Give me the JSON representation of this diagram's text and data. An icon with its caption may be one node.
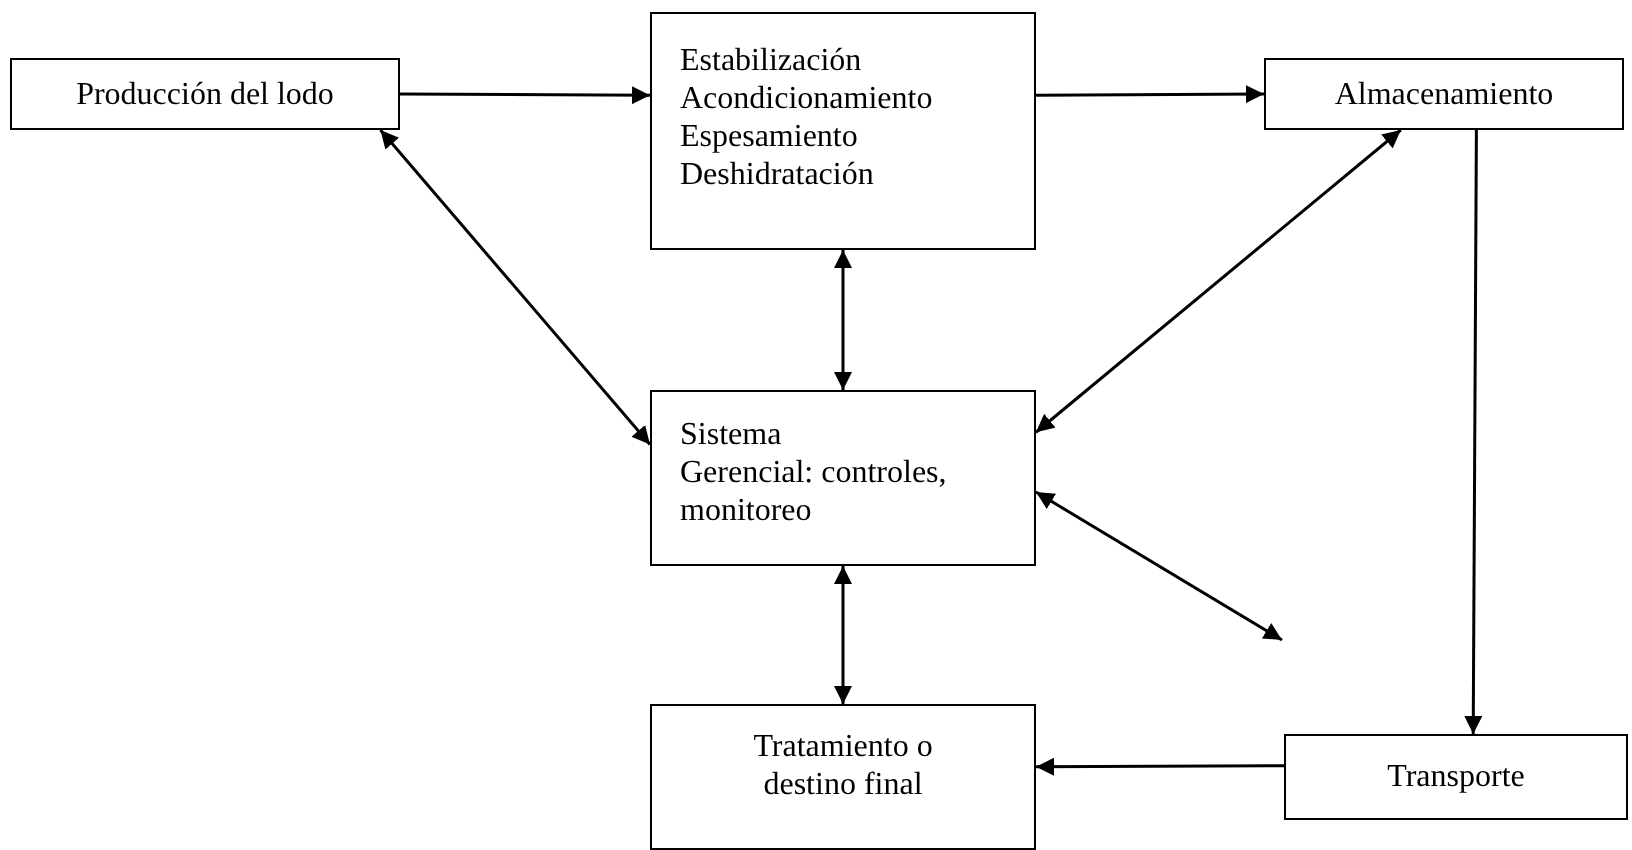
{
  "diagram": {
    "nodes": [
      {
        "text": [
          "Producción del lodo"
        ]
      },
      {
        "text": [
          "Estabilización",
          "Acondicionamiento",
          "Espesamiento",
          "Deshidratación"
        ]
      },
      {
        "text": [
          "Almacenamiento"
        ]
      },
      {
        "text": [
          "Sistema",
          "Gerencial: controles, monitoreo"
        ]
      },
      {
        "text": [
          "Tratamiento o destino final"
        ]
      },
      {
        "text": [
          "Transporte"
        ]
      }
    ],
    "edges": [
      {
        "from": 0,
        "to": 1,
        "arrow": "to"
      },
      {
        "from": 1,
        "to": 2,
        "arrow": "to"
      },
      {
        "from": 0,
        "to": 3,
        "arrow": "both"
      },
      {
        "from": 1,
        "to": 3,
        "arrow": "both"
      },
      {
        "from": 2,
        "to": 3,
        "arrow": "both"
      },
      {
        "from": 3,
        "to": null,
        "arrow": "both"
      },
      {
        "from": 2,
        "to": 5,
        "arrow": "to"
      },
      {
        "from": 5,
        "to": 4,
        "arrow": "to"
      },
      {
        "from": 3,
        "to": 4,
        "arrow": "both"
      }
    ]
  }
}
